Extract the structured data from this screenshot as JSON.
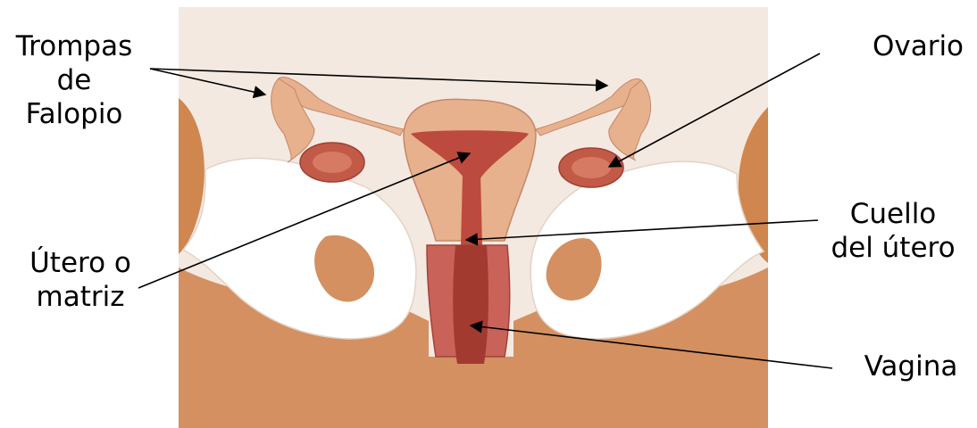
{
  "labels": {
    "fallopian_tubes": [
      "Trompas",
      "de",
      "Falopio"
    ],
    "ovary": "Ovario",
    "uterus": [
      "Útero o",
      "matriz"
    ],
    "cervix": [
      "Cuello",
      "del  útero"
    ],
    "vagina": "Vagina"
  },
  "colors": {
    "background": "#f3e9e1",
    "pelvis_bone": "#ffffff",
    "skin": "#d49060",
    "uterus_outer": "#e7b18d",
    "uterus_inner": "#bd4a3e",
    "ovary": "#c25a48"
  }
}
